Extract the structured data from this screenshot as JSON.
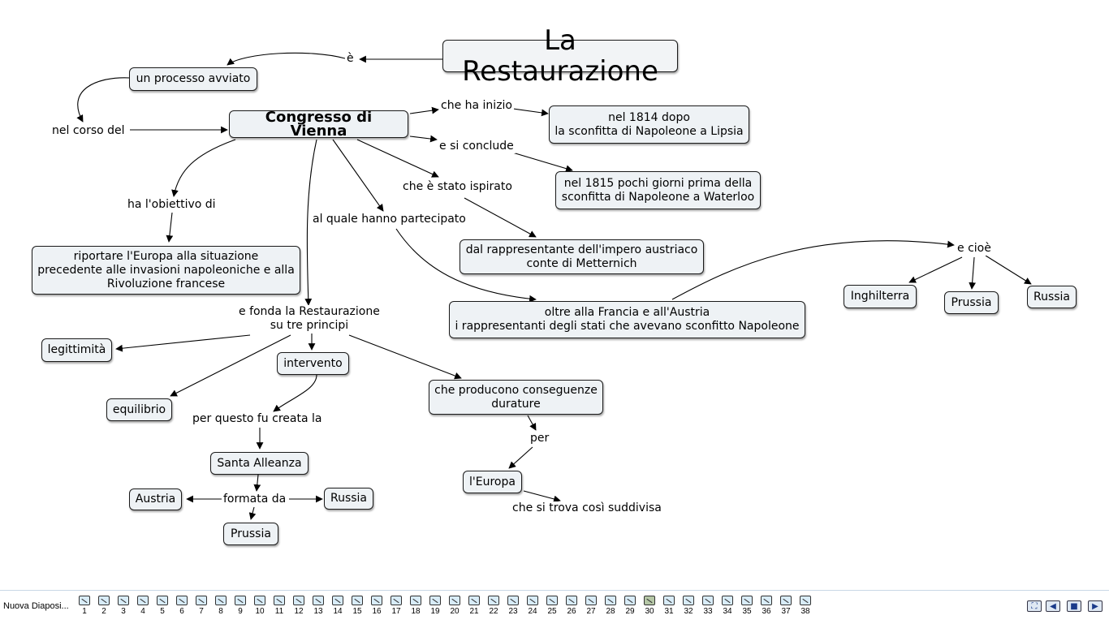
{
  "concept_map": {
    "nodes": {
      "title": "La Restaurazione",
      "processo": "un processo avviato",
      "congresso": "Congresso di Vienna",
      "inizio_1814": "nel 1814 dopo\nla sconfitta di Napoleone a Lipsia",
      "fine_1815": "nel 1815 pochi giorni prima della\nsconfitta di Napoleone a Waterloo",
      "metternich": "dal rappresentante dell'impero austriaco\nconte di Metternich",
      "obiettivo": "riportare l'Europa alla situazione\nprecedente alle invasioni napoleoniche e alla\nRivoluzione francese",
      "partecipanti": "oltre alla Francia e all'Austria\ni rappresentanti degli stati che avevano sconfitto Napoleone",
      "inghilterra": "Inghilterra",
      "prussia_a": "Prussia",
      "russia_a": "Russia",
      "legittimita": "legittimità",
      "equilibrio": "equilibrio",
      "intervento": "intervento",
      "conseguenze": "che producono conseguenze\ndurature",
      "santa_alleanza": "Santa Alleanza",
      "austria": "Austria",
      "russia_b": "Russia",
      "prussia_b": "Prussia",
      "europa": "l'Europa"
    },
    "links": {
      "e": "è",
      "nel_corso_del": "nel corso del",
      "che_ha_inizio": "che ha inizio",
      "e_si_conclude": "e si conclude",
      "che_e_stato_ispirato": "che è stato ispirato",
      "ha_obiettivo": "ha l'obiettivo di",
      "al_quale": "al quale hanno partecipato",
      "e_cioe": "e cioè",
      "e_fonda": "e fonda la Restaurazione\nsu tre principi",
      "per_questo": "per questo fu creata la",
      "formata_da": "formata da",
      "per": "per",
      "suddivisa": "che si trova così suddivisa"
    }
  },
  "slide_bar": {
    "slide_name": "Nuova Diaposi...",
    "slide_numbers": [
      "1",
      "2",
      "3",
      "4",
      "5",
      "6",
      "7",
      "8",
      "9",
      "10",
      "11",
      "12",
      "13",
      "14",
      "15",
      "16",
      "17",
      "18",
      "19",
      "20",
      "21",
      "22",
      "23",
      "24",
      "25",
      "26",
      "27",
      "28",
      "29",
      "30",
      "31",
      "32",
      "33",
      "34",
      "35",
      "36",
      "37",
      "38"
    ],
    "current_slide": "30",
    "controls": [
      "fit-icon",
      "previous-slide-icon",
      "stop-icon",
      "next-slide-icon"
    ]
  },
  "colors": {
    "node_fill": "#eef2f5",
    "border": "#1a1a1a",
    "current_thumb": "#b5c7a6"
  }
}
